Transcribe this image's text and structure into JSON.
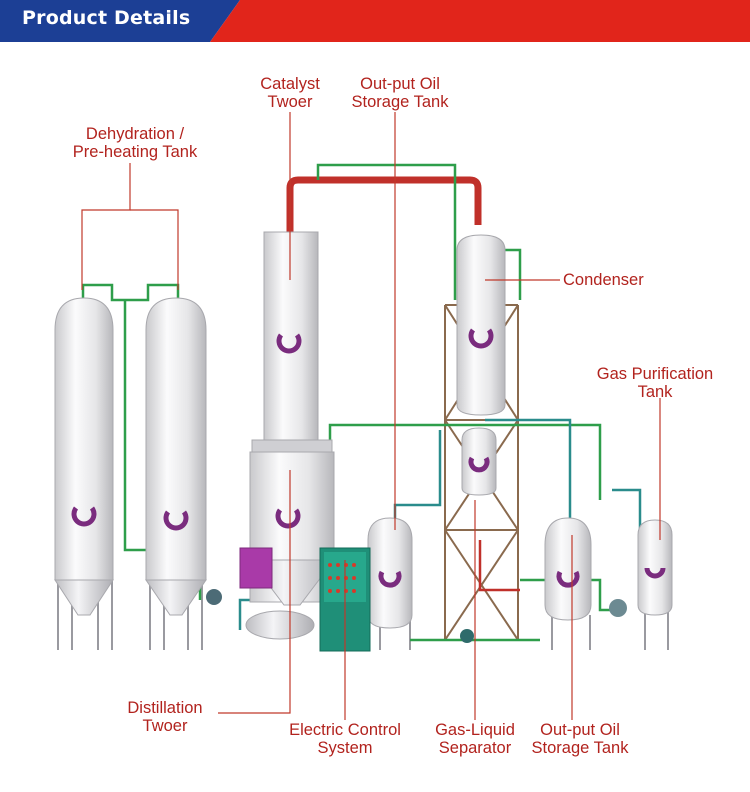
{
  "header": {
    "title": "Product Details",
    "colors": {
      "blue": "#1c3f95",
      "red": "#e1251b"
    }
  },
  "labels": {
    "catalyst_tower": [
      "Catalyst",
      "Twoer"
    ],
    "output_oil_top": [
      "Out-put Oil",
      "Storage Tank"
    ],
    "dehydration": [
      "Dehydration /",
      "Pre-heating Tank"
    ],
    "condenser": [
      "Condenser"
    ],
    "gas_purification": [
      "Gas Purification",
      "Tank"
    ],
    "distillation": [
      "Distillation",
      "Twoer"
    ],
    "electric_control": [
      "Electric Control",
      "System"
    ],
    "gas_liquid": [
      "Gas-Liquid",
      "Separator"
    ],
    "output_oil_bottom": [
      "Out-put Oil",
      "Storage Tank"
    ]
  },
  "colors": {
    "label_text": "#b2231e",
    "leader_line": "#c0392b",
    "pipe_green": "#2e9e4a",
    "pipe_red": "#c0302a",
    "pipe_teal": "#2a8c8c",
    "vessel": "#e4e4e6",
    "logo": "#7a2c7e"
  }
}
